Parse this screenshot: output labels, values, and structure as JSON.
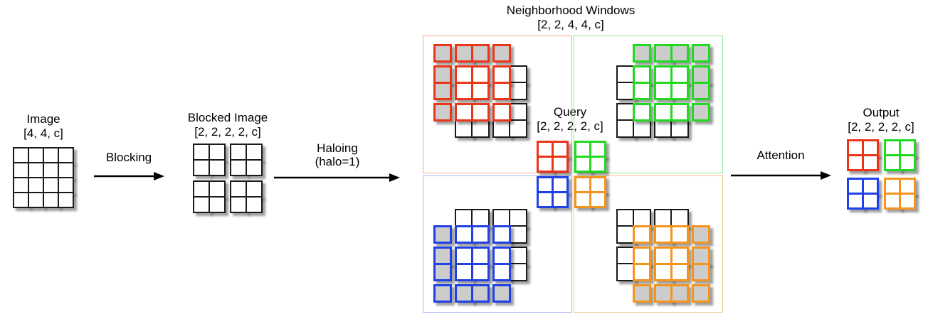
{
  "figure": {
    "description": "Blocked local self-attention with haloing diagram"
  },
  "palette": {
    "red": "#ea3519",
    "green": "#21d921",
    "blue": "#2040e8",
    "orange": "#f5941d",
    "black": "#1a1a1a",
    "halo_fill": "#cccccc",
    "cell_fill": "#ffffff",
    "box_red": "#f1a793",
    "box_green": "#92e792",
    "box_blue": "#a6b0f0",
    "box_orange": "#f4c689",
    "text": "#000000",
    "arrow": "#000000"
  },
  "stages": {
    "image": {
      "title": "Image",
      "shape": "[4, 4, c]"
    },
    "blocked_image": {
      "title": "Blocked Image",
      "shape": "[2, 2, 2, 2, c]"
    },
    "neighborhood_windows": {
      "title": "Neighborhood Windows",
      "shape": "[2, 2, 4, 4, c]"
    },
    "query": {
      "title": "Query",
      "shape": "[2, 2, 2, 2, c]"
    },
    "output": {
      "title": "Output",
      "shape": "[2, 2, 2, 2, c]"
    }
  },
  "arrows": {
    "blocking": {
      "label": "Blocking",
      "sublabel": ""
    },
    "haloing": {
      "label": "Haloing",
      "sublabel": "(halo=1)"
    },
    "attention": {
      "label": "Attention",
      "sublabel": ""
    }
  },
  "image_grid": {
    "rows": 4,
    "cols": 4,
    "color": "black"
  },
  "blocked_blocks": [
    {
      "id": "top-left",
      "color": "black"
    },
    {
      "id": "top-right",
      "color": "black"
    },
    {
      "id": "bottom-left",
      "color": "black"
    },
    {
      "id": "bottom-right",
      "color": "black"
    }
  ],
  "windows": [
    {
      "id": "top-left",
      "color": "red",
      "halo_sides": "top+left",
      "grid": [
        "HHHH.",
        "HWWWB",
        "HWWWB",
        "HWWWB",
        ".BBBB"
      ],
      "col_gaps_after": [
        0,
        2
      ],
      "row_gaps_after": [
        0,
        2
      ]
    },
    {
      "id": "top-right",
      "color": "green",
      "halo_sides": "top+right",
      "grid": [
        ".HHHH",
        "BWWWH",
        "BWWWH",
        "BWWWH",
        "BBBB."
      ],
      "col_gaps_after": [
        1,
        3
      ],
      "row_gaps_after": [
        0,
        2
      ]
    },
    {
      "id": "bottom-left",
      "color": "blue",
      "halo_sides": "bottom+left",
      "grid": [
        ".BBBB",
        "HWWWB",
        "HWWWB",
        "HWWWB",
        "HHHH."
      ],
      "col_gaps_after": [
        0,
        2
      ],
      "row_gaps_after": [
        1,
        3
      ]
    },
    {
      "id": "bottom-right",
      "color": "orange",
      "halo_sides": "bottom+right",
      "grid": [
        "BBBB.",
        "BWWWH",
        "BWWWH",
        "BWWWH",
        ".HHHH"
      ],
      "col_gaps_after": [
        1,
        3
      ],
      "row_gaps_after": [
        1,
        3
      ]
    }
  ],
  "query_blocks": [
    {
      "id": "top-left",
      "color": "red"
    },
    {
      "id": "top-right",
      "color": "green"
    },
    {
      "id": "bottom-left",
      "color": "blue"
    },
    {
      "id": "bottom-right",
      "color": "orange"
    }
  ],
  "output_blocks": [
    {
      "id": "top-left",
      "color": "red"
    },
    {
      "id": "top-right",
      "color": "green"
    },
    {
      "id": "bottom-left",
      "color": "blue"
    },
    {
      "id": "bottom-right",
      "color": "orange"
    }
  ]
}
